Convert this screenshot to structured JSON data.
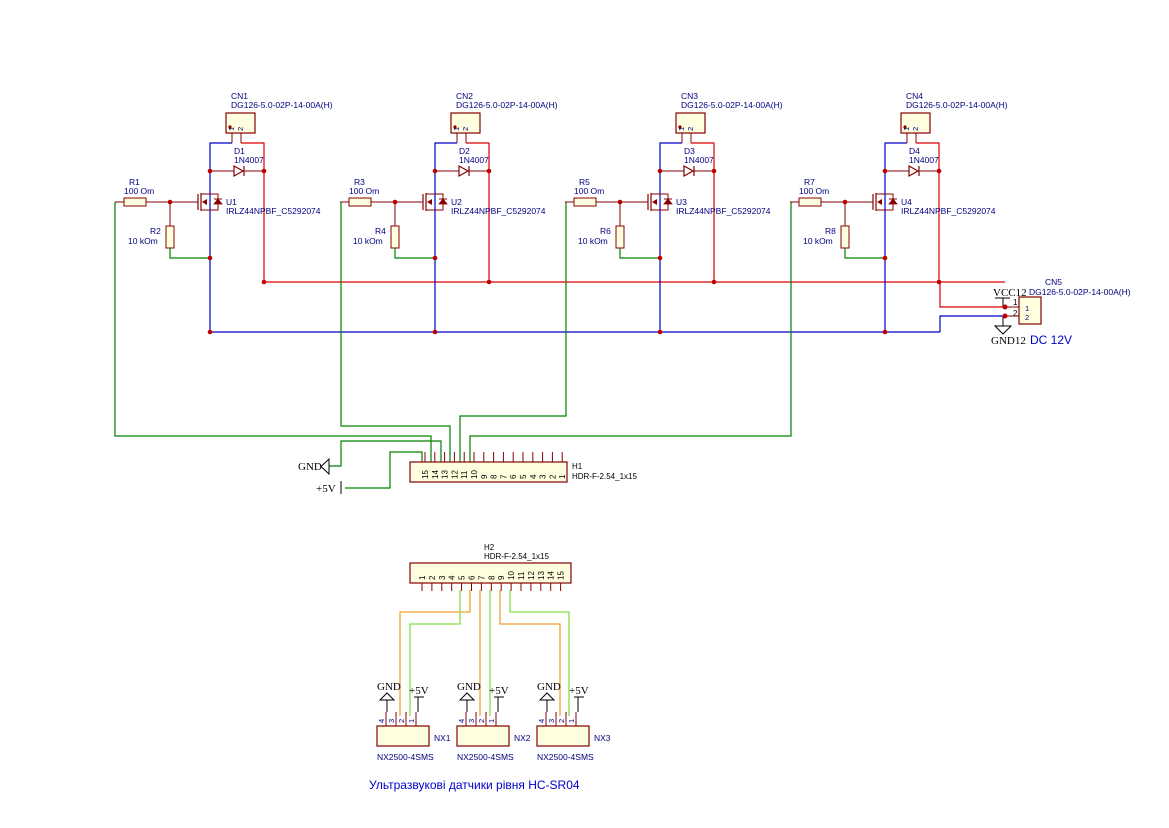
{
  "connectors_top": [
    {
      "ref": "CN1",
      "value": "DG126-5.0-02P-14-00A(H)",
      "pins": [
        "1",
        "2"
      ]
    },
    {
      "ref": "CN2",
      "value": "DG126-5.0-02P-14-00A(H)",
      "pins": [
        "1",
        "2"
      ]
    },
    {
      "ref": "CN3",
      "value": "DG126-5.0-02P-14-00A(H)",
      "pins": [
        "1",
        "2"
      ]
    },
    {
      "ref": "CN4",
      "value": "DG126-5.0-02P-14-00A(H)",
      "pins": [
        "1",
        "2"
      ]
    }
  ],
  "diodes": [
    {
      "ref": "D1",
      "value": "1N4007"
    },
    {
      "ref": "D2",
      "value": "1N4007"
    },
    {
      "ref": "D3",
      "value": "1N4007"
    },
    {
      "ref": "D4",
      "value": "1N4007"
    }
  ],
  "mosfets": [
    {
      "ref": "U1",
      "value": "IRLZ44NPBF_C5292074"
    },
    {
      "ref": "U2",
      "value": "IRLZ44NPBF_C5292074"
    },
    {
      "ref": "U3",
      "value": "IRLZ44NPBF_C5292074"
    },
    {
      "ref": "U4",
      "value": "IRLZ44NPBF_C5292074"
    }
  ],
  "gate_resistors": [
    {
      "ref": "R1",
      "value": "100 Om"
    },
    {
      "ref": "R3",
      "value": "100 Om"
    },
    {
      "ref": "R5",
      "value": "100 Om"
    },
    {
      "ref": "R7",
      "value": "100 Om"
    }
  ],
  "pulldown_resistors": [
    {
      "ref": "R2",
      "value": "10 kOm"
    },
    {
      "ref": "R4",
      "value": "10 kOm"
    },
    {
      "ref": "R6",
      "value": "10 kOm"
    },
    {
      "ref": "R8",
      "value": "10 kOm"
    }
  ],
  "power_connector": {
    "ref": "CN5",
    "value": "DG126-5.0-02P-14-00A(H)",
    "pins": [
      "1",
      "2"
    ],
    "outer_pins": [
      "1",
      "2"
    ],
    "vcc_label": "VCC12",
    "gnd_label": "GND12",
    "note": "DC 12V"
  },
  "header_h1": {
    "ref": "H1",
    "value": "HDR-F-2.54_1x15",
    "pins": [
      "15",
      "14",
      "13",
      "12",
      "11",
      "10",
      "9",
      "8",
      "7",
      "6",
      "5",
      "4",
      "3",
      "2",
      "1"
    ]
  },
  "header_h2": {
    "ref": "H2",
    "value": "HDR-F-2.54_1x15",
    "pins": [
      "1",
      "2",
      "3",
      "4",
      "5",
      "6",
      "7",
      "8",
      "9",
      "10",
      "11",
      "12",
      "13",
      "14",
      "15"
    ]
  },
  "power_symbols": {
    "gnd": "GND",
    "plus5v": "+5V"
  },
  "sensors": [
    {
      "ref": "NX1",
      "value": "NX2500-4SMS",
      "pins": [
        "4",
        "3",
        "2",
        "1"
      ]
    },
    {
      "ref": "NX2",
      "value": "NX2500-4SMS",
      "pins": [
        "4",
        "3",
        "2",
        "1"
      ]
    },
    {
      "ref": "NX3",
      "value": "NX2500-4SMS",
      "pins": [
        "4",
        "3",
        "2",
        "1"
      ]
    }
  ],
  "caption": "Ультразвукові датчики рівня HC-SR04",
  "colors": {
    "body": "#840000",
    "wire_red": "#dd0000",
    "wire_blue": "#0000c8",
    "wire_green": "#008000",
    "wire_orange": "#f0a030",
    "wire_lime": "#80e040",
    "junction": "#c00000",
    "text_blue": "#000080"
  }
}
